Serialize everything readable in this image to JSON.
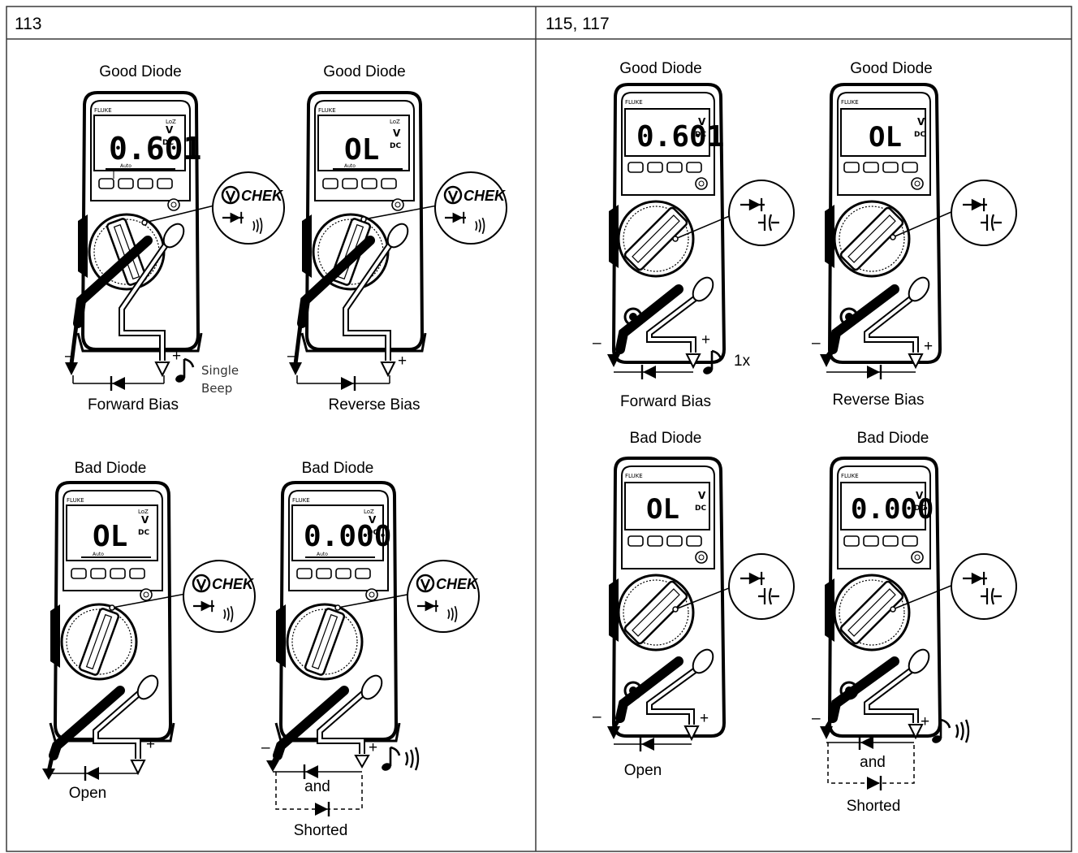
{
  "header": {
    "left": "113",
    "right": "115, 117"
  },
  "brand": "FLUKE",
  "text": {
    "good_diode": "Good Diode",
    "bad_diode": "Bad Diode",
    "forward_bias": "Forward Bias",
    "reverse_bias": "Reverse Bias",
    "open": "Open",
    "and": "and",
    "shorted": "Shorted",
    "single": "Single",
    "beep": "Beep",
    "one_x": "1x",
    "chek": "CHEK",
    "minus": "–",
    "plus": "+"
  },
  "displays": {
    "a1": "0.601",
    "a2": "OL",
    "a3": "OL",
    "a4": "0.000",
    "b1": "0.601",
    "b2": "OL",
    "b3": "OL",
    "b4": "0.000"
  },
  "units": {
    "v": "V",
    "dc": "DC",
    "loz": "LoZ",
    "auto": "Auto"
  },
  "colors": {
    "ink": "#000000",
    "border": "#3a3a3a"
  }
}
